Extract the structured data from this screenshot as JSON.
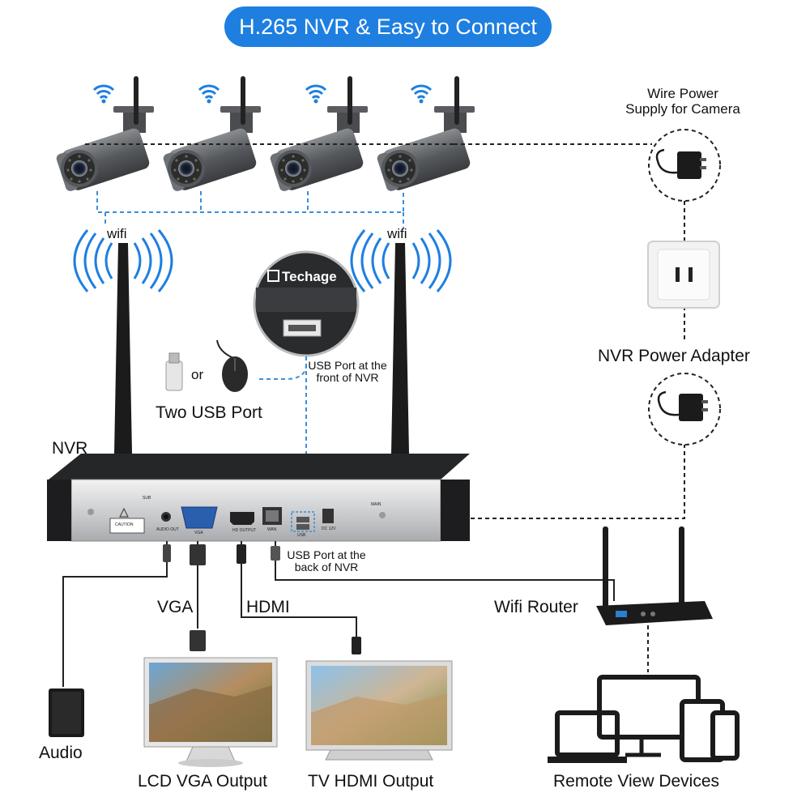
{
  "title": "H.265 NVR & Easy to Connect",
  "brand": "Techage",
  "labels": {
    "wire_power": "Wire Power\nSupply for Camera",
    "nvr_power": "NVR Power Adapter",
    "wifi_left": "wifi",
    "wifi_right": "wifi",
    "or": "or",
    "two_usb": "Two USB Port",
    "usb_front": "USB Port at the\nfront of NVR",
    "usb_back": "USB Port at the\nback of NVR",
    "nvr": "NVR",
    "vga": "VGA",
    "hdmi": "HDMI",
    "wifi_router": "Wifi Router",
    "audio": "Audio",
    "lcd": "LCD VGA Output",
    "tv": "TV HDMI Output",
    "remote": "Remote View Devices"
  },
  "ports": {
    "audio_out": "AUDIO OUT",
    "vga": "VGA",
    "hd_output": "HD OUTPUT",
    "wan": "WAN",
    "usb": "USB",
    "dc": "DC 12V",
    "sub": "SUB",
    "main": "MAIN",
    "caution": "CAUTION"
  },
  "colors": {
    "accent": "#1e7fe0",
    "wifi": "#1e7fe0",
    "dashed_blue": "#3a8fd8",
    "dark": "#222222"
  },
  "icons": [
    "wifi-icon",
    "camera-icon",
    "power-adapter-icon",
    "wall-outlet-icon",
    "usb-drive-icon",
    "mouse-icon",
    "router-icon",
    "monitor-icon",
    "tv-icon",
    "speaker-icon",
    "laptop-icon",
    "tablet-icon",
    "phone-icon"
  ]
}
